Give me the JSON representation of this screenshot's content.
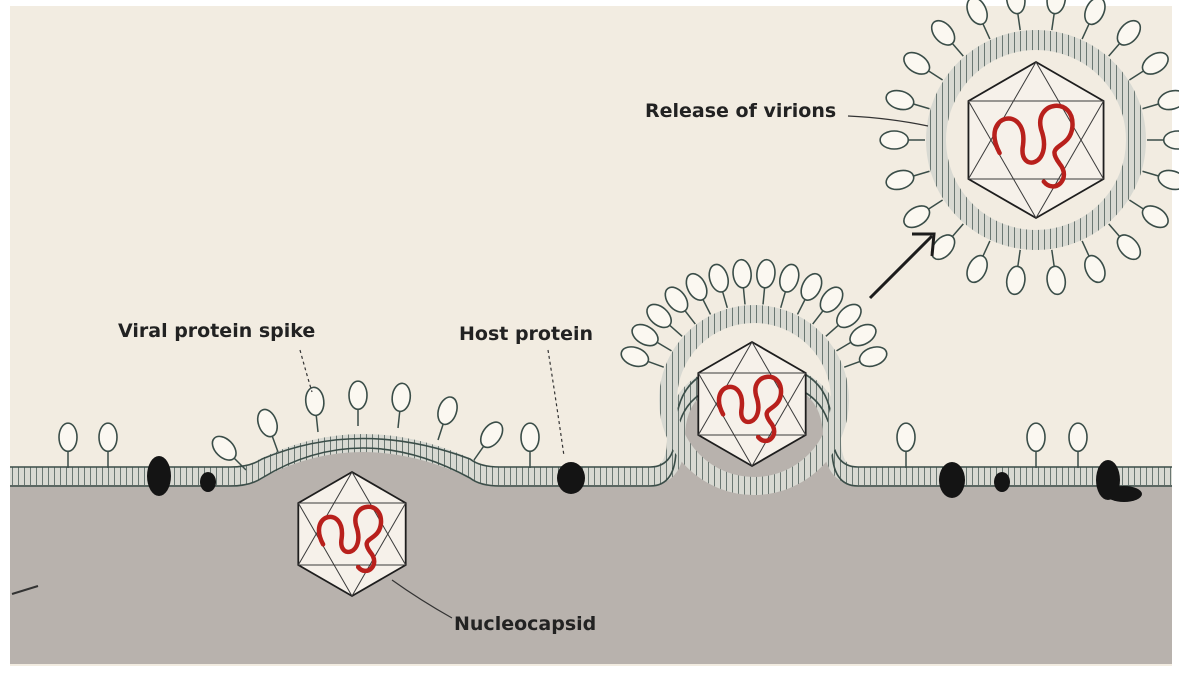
{
  "diagram": {
    "labels": {
      "release": "Release of virions",
      "spike": "Viral protein spike",
      "host": "Host protein",
      "nucleocapsid": "Nucleocapsid"
    }
  },
  "colors": {
    "paper": "#f2ece1",
    "cytoplasm": "#b8b2ad",
    "membrane_line": "#3a4d48",
    "envelope_fill": "#c9cbc3",
    "capsid_fill": "#f6f1ea",
    "nucleic_acid": "#b8201c",
    "host_protein": "#141414",
    "label_text": "#222222"
  },
  "icons": {
    "spike": "viral-spike-icon",
    "host_protein": "host-protein-blob-icon",
    "capsid": "icosahedral-capsid-icon",
    "genome": "nucleic-acid-coil-icon",
    "arrow": "release-arrow-icon"
  }
}
